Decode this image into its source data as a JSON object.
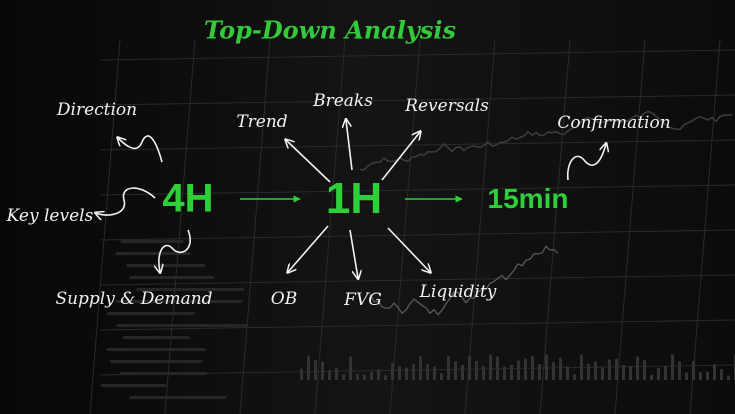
{
  "title": "Top-Down Analysis",
  "timeframes": {
    "h4": "4H",
    "h1": "1H",
    "m15": "15min"
  },
  "labels_4h": {
    "direction": "Direction",
    "key_levels": "Key levels",
    "supply_demand": "Supply & Demand"
  },
  "labels_1h": {
    "trend": "Trend",
    "breaks": "Breaks",
    "reversals": "Reversals",
    "ob": "OB",
    "fvg": "FVG",
    "liquidity": "Liquidity"
  },
  "labels_15min": {
    "confirmation": "Confirmation"
  },
  "colors": {
    "accent_green": "#2fcf3a",
    "text_white": "#f2f2f2",
    "background": "#0b0b0b"
  }
}
